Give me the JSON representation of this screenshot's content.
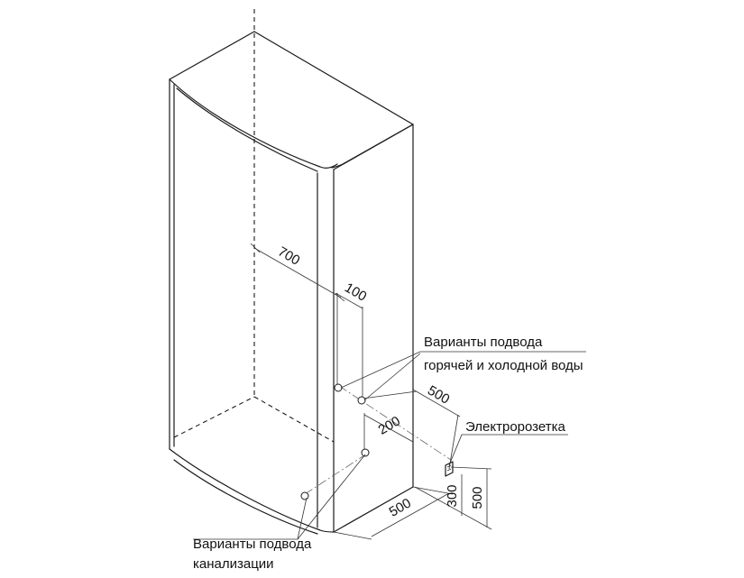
{
  "dimensions": {
    "d700": "700",
    "d100": "100",
    "d500_top": "500",
    "d200": "200",
    "d500_bottom": "500",
    "d300": "300",
    "d500_right": "500"
  },
  "labels": {
    "water_line1": "Варианты подвода",
    "water_line2": "горячей и холодной воды",
    "socket": "Электророзетка",
    "sewer_line1": "Варианты подвода",
    "sewer_line2": "канализации"
  }
}
